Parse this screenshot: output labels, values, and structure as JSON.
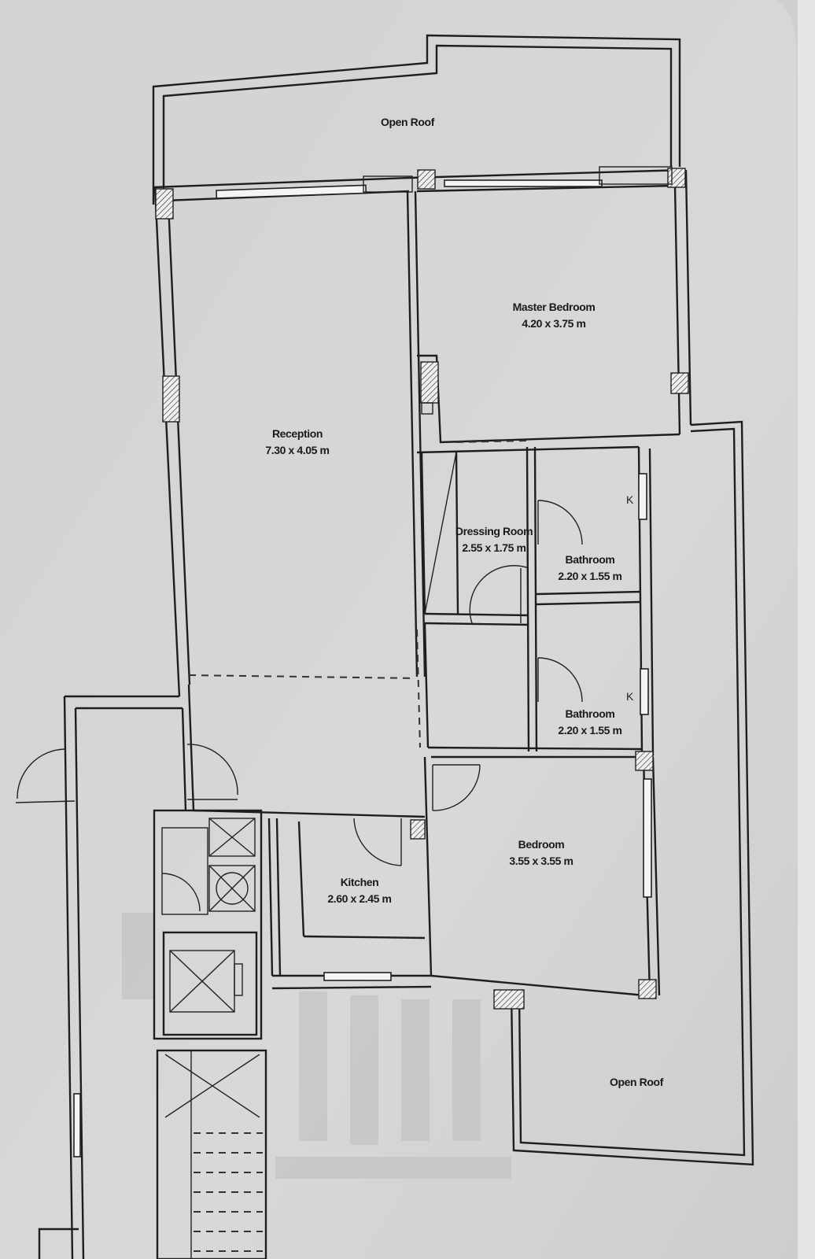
{
  "plan": {
    "open_roof_top": "Open Roof",
    "open_roof_bottom": "Open Roof",
    "master_bedroom": {
      "name": "Master Bedroom",
      "size": "4.20 x 3.75 m"
    },
    "reception": {
      "name": "Reception",
      "size": "7.30 x 4.05 m"
    },
    "dressing_room": {
      "name": "Dressing Room",
      "size": "2.55 x 1.75 m"
    },
    "bathroom_1": {
      "name": "Bathroom",
      "size": "2.20 x 1.55 m"
    },
    "bathroom_2": {
      "name": "Bathroom",
      "size": "2.20 x 1.55 m"
    },
    "bedroom": {
      "name": "Bedroom",
      "size": "3.55 x 3.55 m"
    },
    "kitchen": {
      "name": "Kitchen",
      "size": "2.60 x 2.45 m"
    }
  },
  "colors": {
    "paper": "#d6d6d4",
    "lines": "#1e1e1e"
  }
}
